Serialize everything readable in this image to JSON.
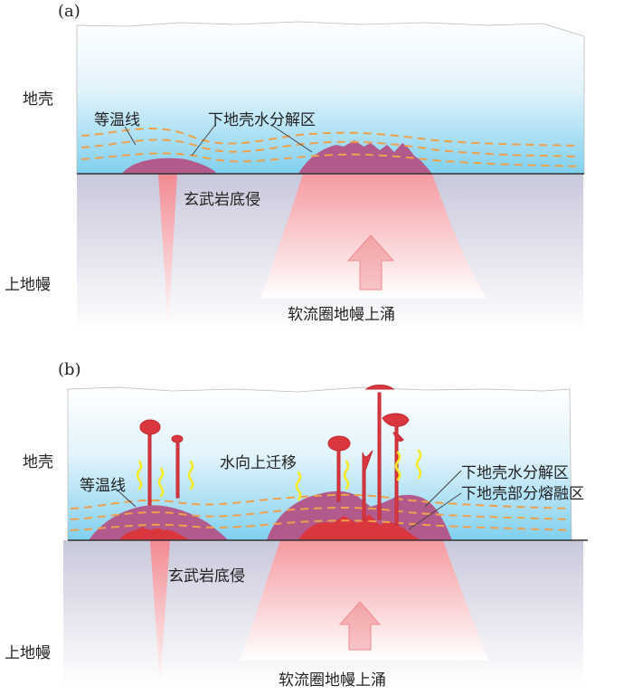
{
  "panel_a": {
    "tag": "(a)",
    "crust": "地壳",
    "isotherm": "等温线",
    "lower_crust_dehydration": "下地壳水分解区",
    "basalt_underplating": "玄武岩底侵",
    "upper_mantle": "上地幔",
    "asthenosphere_upwelling": "软流圈地幔上涌"
  },
  "panel_b": {
    "tag": "(b)",
    "crust": "地壳",
    "isotherm": "等温线",
    "water_migration": "水向上迁移",
    "lower_crust_dehydration": "下地壳水分解区",
    "lower_crust_partial_melting": "下地壳部分熔融区",
    "basalt_underplating": "玄武岩底侵",
    "upper_mantle": "上地幔",
    "asthenosphere_upwelling": "软流圈地幔上涌"
  },
  "colors": {
    "crust_top": "#ffffff",
    "crust_bottom": "#7fd0ef",
    "mantle_purple": "#c8c8dc",
    "upwelling_pink": "#f7a5a8",
    "dehydration_zone": "#b25a8c",
    "melt_red": "#d9363e",
    "isotherm_orange": "#f0a04b",
    "fluid_yellow": "#f5ea25"
  }
}
